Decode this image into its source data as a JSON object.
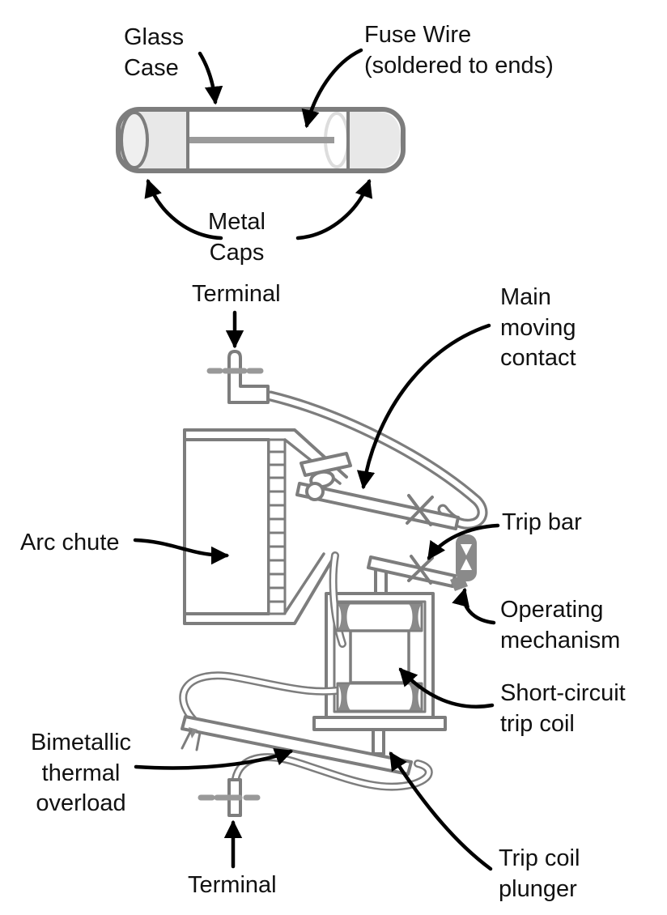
{
  "figure_type": "labeled technical diagram: cartridge fuse and miniature circuit breaker cross-section",
  "colors": {
    "background": "#ffffff",
    "drawing_line_gray": "#7d7d7d",
    "cap_fill_light_gray": "#e8e8e8",
    "mechanism_fill_gray": "#8a8a8a",
    "dash_gray": "#999999",
    "fuse_wire_gray": "#9a9a9a",
    "label_text": "#111111",
    "arrow_black": "#000000"
  },
  "fuse_diagram": {
    "labels": {
      "glass_case": "Glass\nCase",
      "fuse_wire": "Fuse Wire\n(soldered to ends)",
      "metal_caps": "Metal\nCaps"
    }
  },
  "breaker_diagram": {
    "labels": {
      "terminal_top": "Terminal",
      "main_moving_contact": "Main\nmoving\ncontact",
      "arc_chute": "Arc chute",
      "trip_bar": "Trip bar",
      "operating_mechanism": "Operating\nmechanism",
      "short_circuit_trip_coil": "Short-circuit\ntrip coil",
      "bimetallic_thermal_overload": "Bimetallic\nthermal\noverload",
      "terminal_bottom": "Terminal",
      "trip_coil_plunger": "Trip coil\nplunger"
    }
  }
}
